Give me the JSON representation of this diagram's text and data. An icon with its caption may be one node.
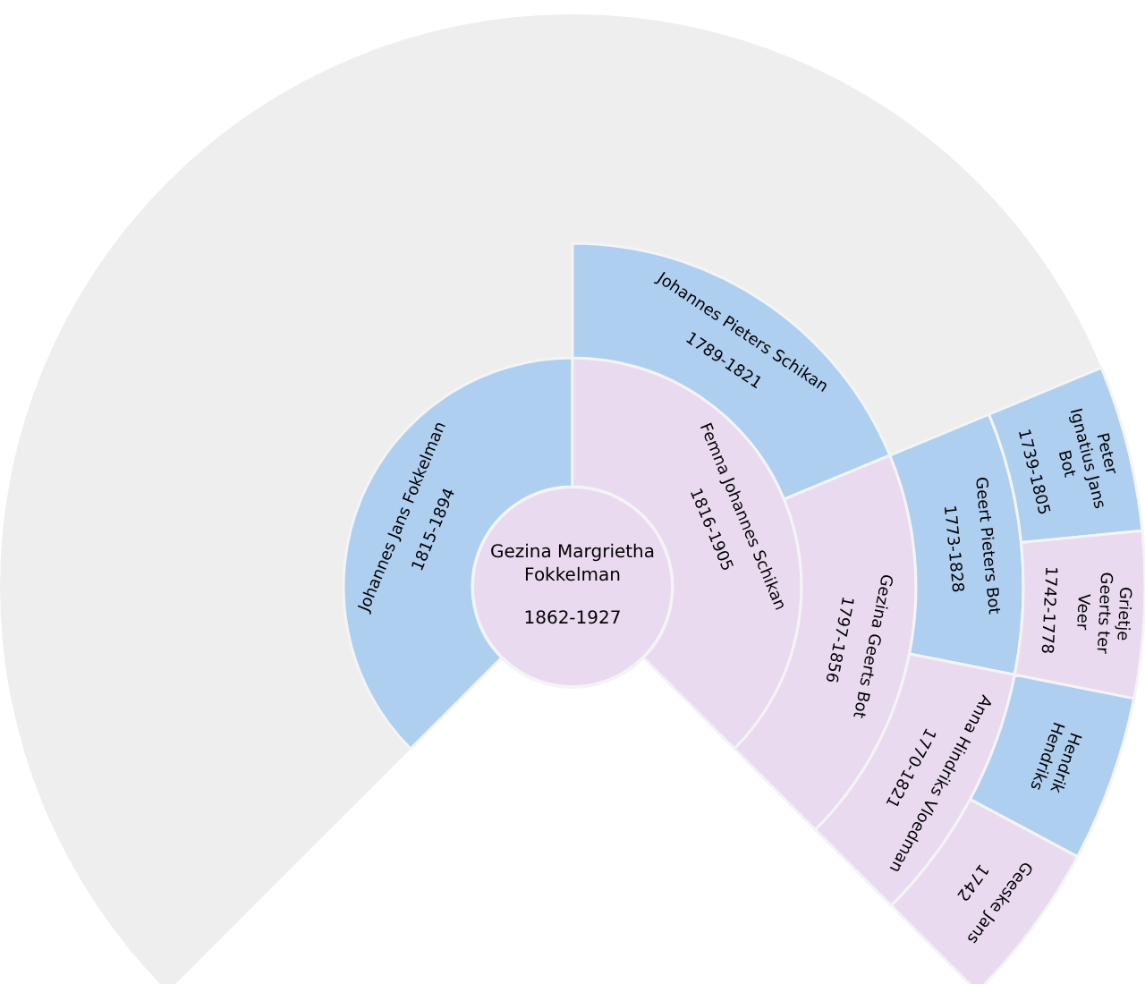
{
  "diagram": {
    "nodes": [
      {
        "text": [
          "Gezina Margrietha Fokkelman",
          "1862-1927"
        ]
      },
      {
        "text": [
          "Johannes Jans Fokkelman",
          "1815-1894"
        ]
      },
      {
        "text": [
          "Femna Johannes Schikan",
          "1816-1905"
        ]
      },
      {
        "text": [
          "Johannes Pieters Schikan",
          "1789-1821"
        ]
      },
      {
        "text": [
          "Gezina Geerts Bot",
          "1797-1856"
        ]
      },
      {
        "text": [
          "Geert Pieters Bot",
          "1773-1828"
        ]
      },
      {
        "text": [
          "Anna Hindriks Vloedman",
          "1770-1821"
        ]
      },
      {
        "text": [
          "Peter Ignatius Jans Bot",
          "1739-1805"
        ]
      },
      {
        "text": [
          "Grietje Geerts ter Veer",
          "1742-1778"
        ]
      },
      {
        "text": [
          "Hendrik Hendriks"
        ]
      },
      {
        "text": [
          "Geeske Jans",
          "1742"
        ]
      }
    ],
    "edges": []
  }
}
